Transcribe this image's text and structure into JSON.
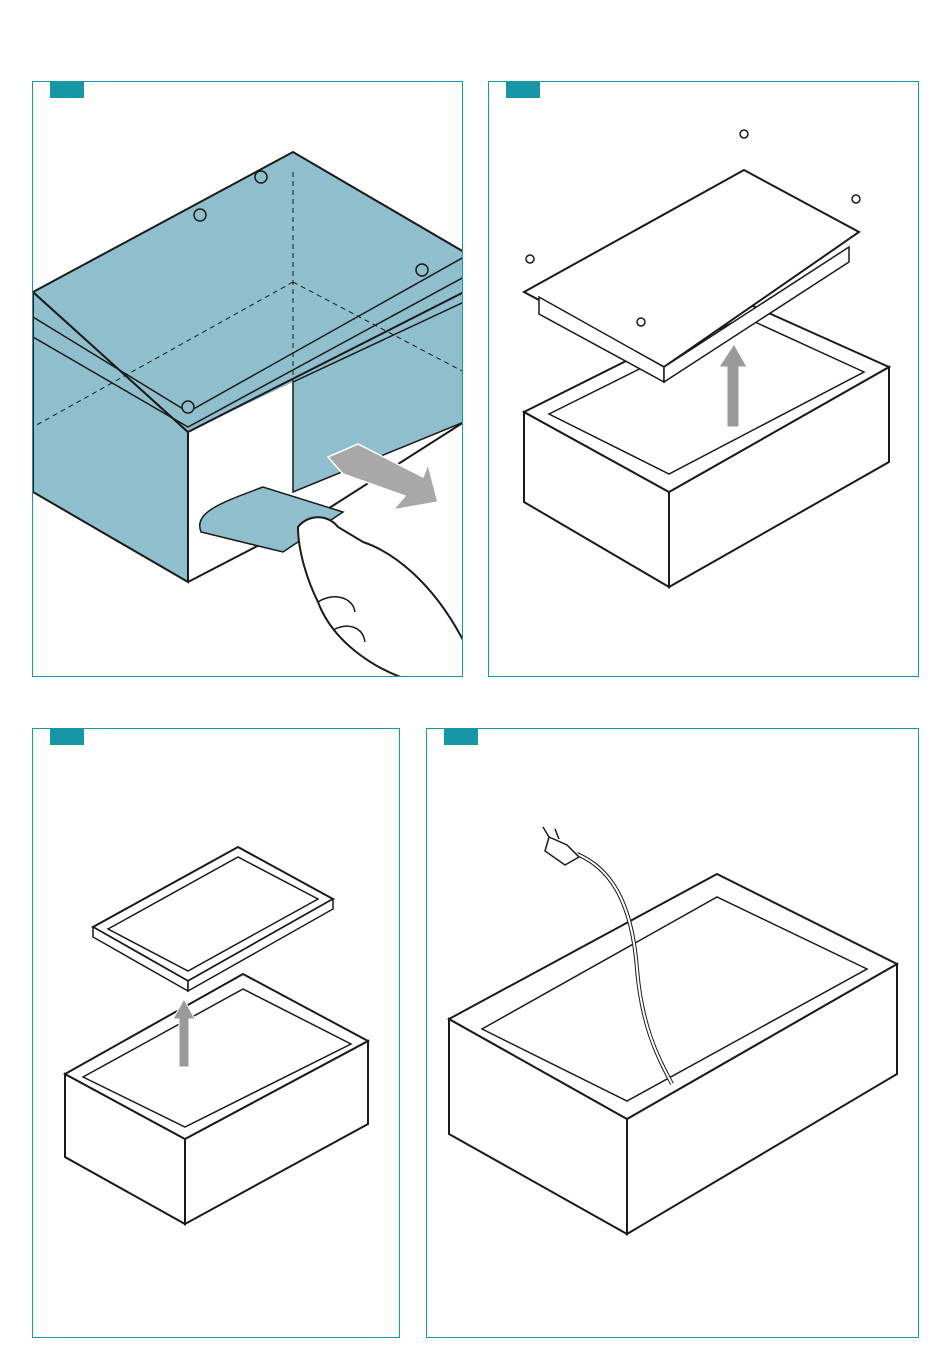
{
  "colors": {
    "accent": "#1797a6",
    "film": "#8fbfcc",
    "line": "#1a1a1a",
    "arrow": "#8a8a8a"
  },
  "steps": [
    {
      "icon": "peel-protective-film-illustration"
    },
    {
      "icon": "lift-off-bracket-tray-illustration"
    },
    {
      "icon": "lift-out-insert-frame-illustration"
    },
    {
      "icon": "power-cord-routing-illustration"
    }
  ]
}
